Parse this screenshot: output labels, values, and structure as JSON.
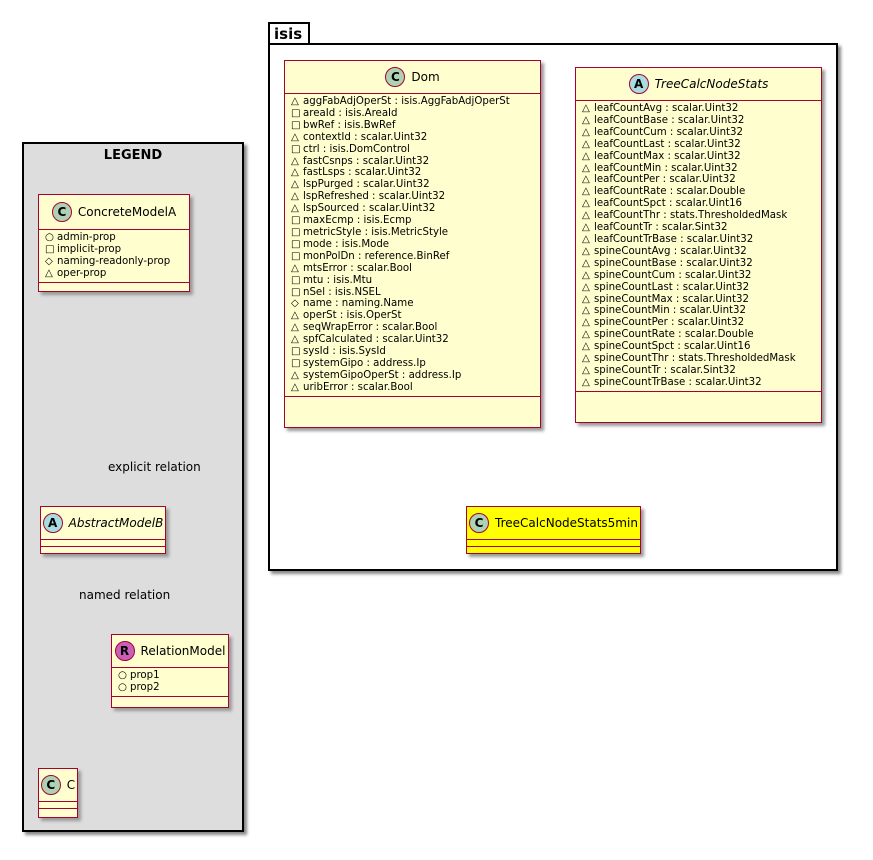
{
  "package": {
    "name": "isis"
  },
  "legend": {
    "title": "LEGEND",
    "concrete": {
      "name": "ConcreteModelA",
      "badge": "C",
      "fields": [
        {
          "vis": "○",
          "text": "admin-prop"
        },
        {
          "vis": "□",
          "text": "implicit-prop"
        },
        {
          "vis": "◇",
          "text": "naming-readonly-prop"
        },
        {
          "vis": "△",
          "text": "oper-prop"
        }
      ]
    },
    "abstract": {
      "name": "AbstractModelB",
      "badge": "A"
    },
    "relation_model": {
      "name": "RelationModel",
      "badge": "R",
      "fields": [
        {
          "vis": "○",
          "text": "prop1"
        },
        {
          "vis": "○",
          "text": "prop2"
        }
      ]
    },
    "c_class": {
      "name": "C",
      "badge": "C"
    },
    "explicit_label": "explicit relation",
    "named_label": "named relation"
  },
  "dom": {
    "name": "Dom",
    "badge": "C",
    "fields": [
      {
        "vis": "△",
        "text": "aggFabAdjOperSt : isis.AggFabAdjOperSt"
      },
      {
        "vis": "□",
        "text": "areaId : isis.AreaId"
      },
      {
        "vis": "□",
        "text": "bwRef : isis.BwRef"
      },
      {
        "vis": "△",
        "text": "contextId : scalar.Uint32"
      },
      {
        "vis": "□",
        "text": "ctrl : isis.DomControl"
      },
      {
        "vis": "△",
        "text": "fastCsnps : scalar.Uint32"
      },
      {
        "vis": "△",
        "text": "fastLsps : scalar.Uint32"
      },
      {
        "vis": "△",
        "text": "lspPurged : scalar.Uint32"
      },
      {
        "vis": "△",
        "text": "lspRefreshed : scalar.Uint32"
      },
      {
        "vis": "△",
        "text": "lspSourced : scalar.Uint32"
      },
      {
        "vis": "□",
        "text": "maxEcmp : isis.Ecmp"
      },
      {
        "vis": "□",
        "text": "metricStyle : isis.MetricStyle"
      },
      {
        "vis": "□",
        "text": "mode : isis.Mode"
      },
      {
        "vis": "□",
        "text": "monPolDn : reference.BinRef"
      },
      {
        "vis": "△",
        "text": "mtsError : scalar.Bool"
      },
      {
        "vis": "□",
        "text": "mtu : isis.Mtu"
      },
      {
        "vis": "□",
        "text": "nSel : isis.NSEL"
      },
      {
        "vis": "◇",
        "text": "name : naming.Name"
      },
      {
        "vis": "△",
        "text": "operSt : isis.OperSt"
      },
      {
        "vis": "△",
        "text": "seqWrapError : scalar.Bool"
      },
      {
        "vis": "△",
        "text": "spfCalculated : scalar.Uint32"
      },
      {
        "vis": "□",
        "text": "sysId : isis.SysId"
      },
      {
        "vis": "□",
        "text": "systemGipo : address.Ip"
      },
      {
        "vis": "△",
        "text": "systemGipoOperSt : address.Ip"
      },
      {
        "vis": "△",
        "text": "uribError : scalar.Bool"
      }
    ]
  },
  "tree": {
    "name": "TreeCalcNodeStats",
    "badge": "A",
    "fields": [
      {
        "vis": "△",
        "text": "leafCountAvg : scalar.Uint32"
      },
      {
        "vis": "△",
        "text": "leafCountBase : scalar.Uint32"
      },
      {
        "vis": "△",
        "text": "leafCountCum : scalar.Uint32"
      },
      {
        "vis": "△",
        "text": "leafCountLast : scalar.Uint32"
      },
      {
        "vis": "△",
        "text": "leafCountMax : scalar.Uint32"
      },
      {
        "vis": "△",
        "text": "leafCountMin : scalar.Uint32"
      },
      {
        "vis": "△",
        "text": "leafCountPer : scalar.Uint32"
      },
      {
        "vis": "△",
        "text": "leafCountRate : scalar.Double"
      },
      {
        "vis": "△",
        "text": "leafCountSpct : scalar.Uint16"
      },
      {
        "vis": "△",
        "text": "leafCountThr : stats.ThresholdedMask"
      },
      {
        "vis": "△",
        "text": "leafCountTr : scalar.Sint32"
      },
      {
        "vis": "△",
        "text": "leafCountTrBase : scalar.Uint32"
      },
      {
        "vis": "△",
        "text": "spineCountAvg : scalar.Uint32"
      },
      {
        "vis": "△",
        "text": "spineCountBase : scalar.Uint32"
      },
      {
        "vis": "△",
        "text": "spineCountCum : scalar.Uint32"
      },
      {
        "vis": "△",
        "text": "spineCountLast : scalar.Uint32"
      },
      {
        "vis": "△",
        "text": "spineCountMax : scalar.Uint32"
      },
      {
        "vis": "△",
        "text": "spineCountMin : scalar.Uint32"
      },
      {
        "vis": "△",
        "text": "spineCountPer : scalar.Uint32"
      },
      {
        "vis": "△",
        "text": "spineCountRate : scalar.Double"
      },
      {
        "vis": "△",
        "text": "spineCountSpct : scalar.Uint16"
      },
      {
        "vis": "△",
        "text": "spineCountThr : stats.ThresholdedMask"
      },
      {
        "vis": "△",
        "text": "spineCountTr : scalar.Sint32"
      },
      {
        "vis": "△",
        "text": "spineCountTrBase : scalar.Uint32"
      }
    ]
  },
  "tree5min": {
    "name": "TreeCalcNodeStats5min",
    "badge": "C"
  },
  "colors": {
    "class_fill": "#fefece",
    "class_border": "#a80036",
    "highlight_fill": "#ffff00",
    "legend_fill": "#dddddd",
    "badge_class": "#add1b2",
    "badge_abstract": "#a9dcdf",
    "badge_relation": "#c960b8"
  }
}
